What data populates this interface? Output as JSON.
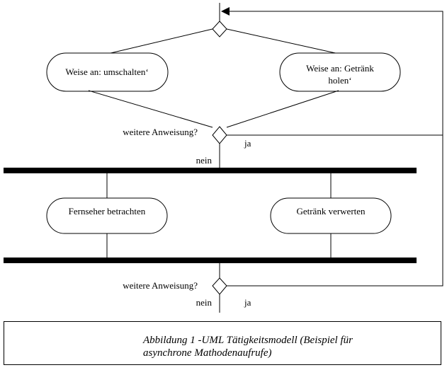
{
  "diagram": {
    "activities": {
      "umschalten": "Weise an: umschalten‘",
      "getraenk_holen": [
        "Weise an: Getränk",
        "holen‘"
      ],
      "fernseher": "Fernseher betrachten",
      "verwerten": "Getränk verwerten"
    },
    "guards": {
      "decision1_question": "weitere Anweisung?",
      "decision1_yes": "ja",
      "decision1_no": "nein",
      "decision2_question": "weitere Anweisung?",
      "decision2_yes": "ja",
      "decision2_no": "nein"
    }
  },
  "caption": {
    "text": "Abbildung 1 -UML Tätigkeitsmodell (Beispiel für\nasynchrone Mathodenaufrufe)"
  }
}
